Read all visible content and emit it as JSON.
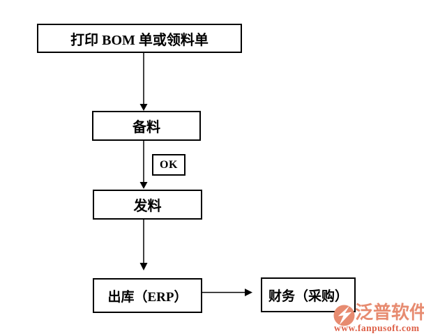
{
  "flowchart": {
    "nodes": [
      {
        "id": "print-bom",
        "label": "打印 BOM 单或领料单"
      },
      {
        "id": "prepare",
        "label": "备料"
      },
      {
        "id": "ok",
        "label": "OK"
      },
      {
        "id": "issue",
        "label": "发料"
      },
      {
        "id": "outbound",
        "label": "出库（ERP）"
      },
      {
        "id": "finance",
        "label": "财务（采购）"
      }
    ],
    "line_color": "#000000"
  },
  "watermark": {
    "brand": "泛普软件",
    "url": "www.fanpusoft.com",
    "brand_color": "#e78b70",
    "url_color": "#dd6048"
  }
}
